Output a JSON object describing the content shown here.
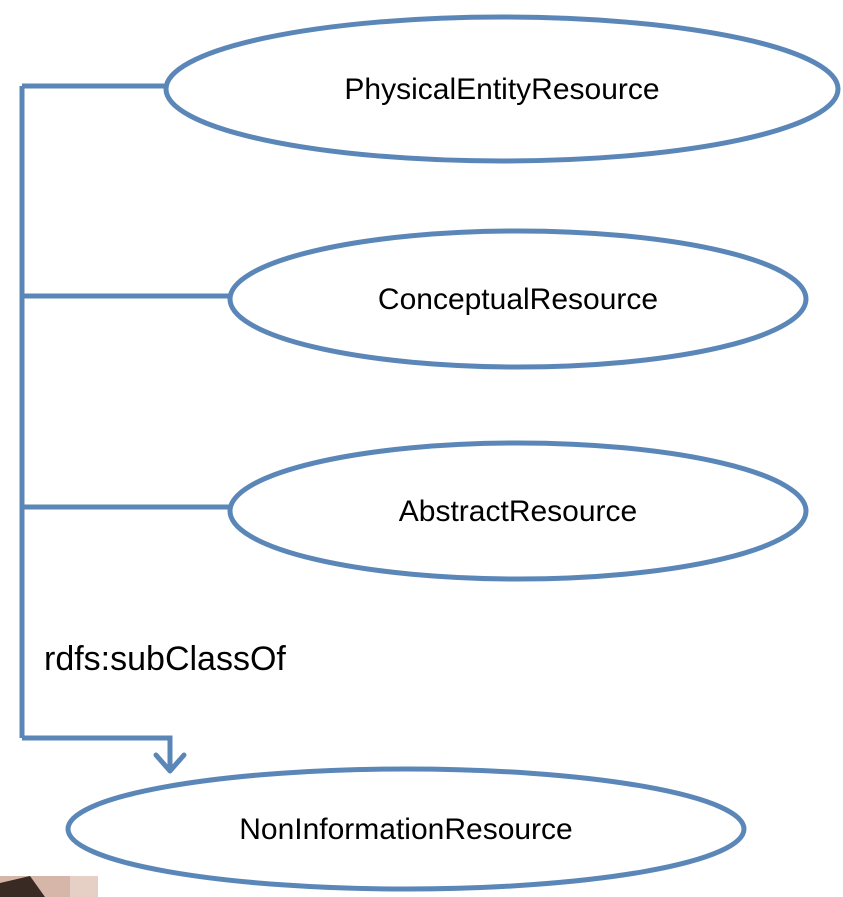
{
  "diagram": {
    "nodes": {
      "physical_entity": "PhysicalEntityResource",
      "conceptual": "ConceptualResource",
      "abstract": "AbstractResource",
      "non_information": "NonInformationResource"
    },
    "edge_label": "rdfs:subClassOf"
  },
  "colors": {
    "stroke": "#5b87b8",
    "node_fill": "#ffffff",
    "text": "#000000"
  }
}
